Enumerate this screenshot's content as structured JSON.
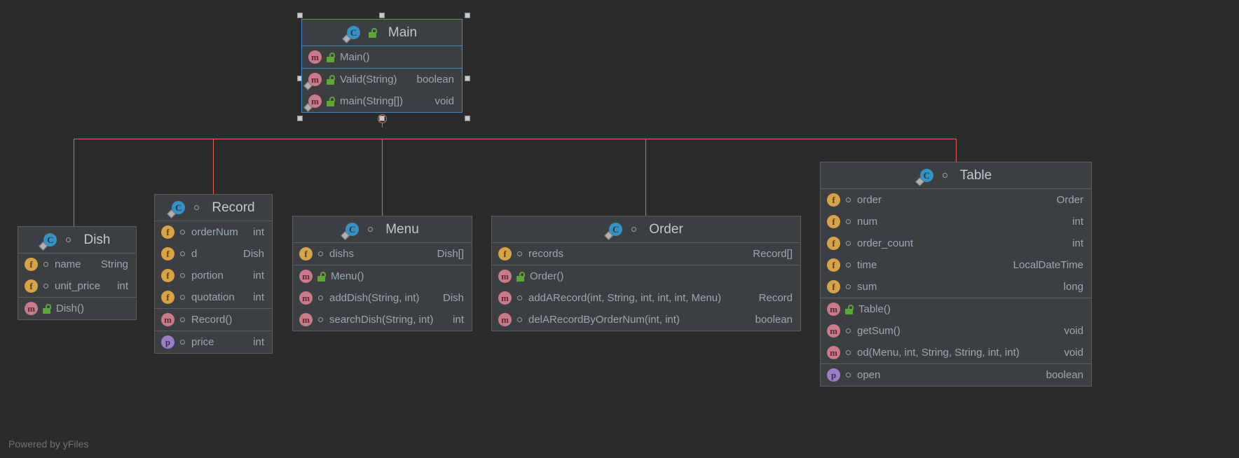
{
  "canvas": {
    "background": "#2b2b2b",
    "edge_color": "#e8615a",
    "selection_color": "#4a88c7",
    "watermark": "Powered by yFiles"
  },
  "icons": {
    "class": "class-icon",
    "field": "field-icon",
    "method": "method-icon",
    "property": "property-icon",
    "lock": "unlock-icon",
    "visibility": "visibility-dot-icon",
    "expand": "expand-plus-icon"
  },
  "nodes": {
    "main": {
      "title": "Main",
      "selected": true,
      "compartments": [
        {
          "rows": [
            {
              "kind": "method",
              "lock": true,
              "sig": "Main()",
              "ret": ""
            }
          ]
        },
        {
          "rows": [
            {
              "kind": "method",
              "lock": true,
              "override": true,
              "sig": "Valid(String)",
              "ret": "boolean"
            },
            {
              "kind": "method",
              "lock": true,
              "override": true,
              "sig": "main(String[])",
              "ret": "void"
            }
          ]
        }
      ]
    },
    "dish": {
      "title": "Dish",
      "selected": false,
      "compartments": [
        {
          "rows": [
            {
              "kind": "field",
              "sig": "name",
              "ret": "String"
            },
            {
              "kind": "field",
              "sig": "unit_price",
              "ret": "int"
            }
          ]
        },
        {
          "rows": [
            {
              "kind": "method",
              "lock": true,
              "sig": "Dish()",
              "ret": ""
            }
          ]
        }
      ]
    },
    "record": {
      "title": "Record",
      "selected": false,
      "compartments": [
        {
          "rows": [
            {
              "kind": "field",
              "sig": "orderNum",
              "ret": "int"
            },
            {
              "kind": "field",
              "sig": "d",
              "ret": "Dish"
            },
            {
              "kind": "field",
              "sig": "portion",
              "ret": "int"
            },
            {
              "kind": "field",
              "sig": "quotation",
              "ret": "int"
            }
          ]
        },
        {
          "rows": [
            {
              "kind": "method",
              "sig": "Record()",
              "ret": ""
            }
          ]
        },
        {
          "rows": [
            {
              "kind": "property",
              "sig": "price",
              "ret": "int"
            }
          ]
        }
      ]
    },
    "menu": {
      "title": "Menu",
      "selected": false,
      "compartments": [
        {
          "rows": [
            {
              "kind": "field",
              "sig": "dishs",
              "ret": "Dish[]"
            }
          ]
        },
        {
          "rows": [
            {
              "kind": "method",
              "lock": true,
              "sig": "Menu()",
              "ret": ""
            },
            {
              "kind": "method",
              "sig": "addDish(String, int)",
              "ret": "Dish"
            },
            {
              "kind": "method",
              "sig": "searchDish(String, int)",
              "ret": "int"
            }
          ]
        }
      ]
    },
    "order": {
      "title": "Order",
      "selected": false,
      "compartments": [
        {
          "rows": [
            {
              "kind": "field",
              "sig": "records",
              "ret": "Record[]"
            }
          ]
        },
        {
          "rows": [
            {
              "kind": "method",
              "lock": true,
              "sig": "Order()",
              "ret": ""
            },
            {
              "kind": "method",
              "sig": "addARecord(int, String, int, int, int, Menu)",
              "ret": "Record"
            },
            {
              "kind": "method",
              "sig": "delARecordByOrderNum(int, int)",
              "ret": "boolean"
            }
          ]
        }
      ]
    },
    "table": {
      "title": "Table",
      "selected": false,
      "compartments": [
        {
          "rows": [
            {
              "kind": "field",
              "sig": "order",
              "ret": "Order"
            },
            {
              "kind": "field",
              "sig": "num",
              "ret": "int"
            },
            {
              "kind": "field",
              "sig": "order_count",
              "ret": "int"
            },
            {
              "kind": "field",
              "sig": "time",
              "ret": "LocalDateTime"
            },
            {
              "kind": "field",
              "sig": "sum",
              "ret": "long"
            }
          ]
        },
        {
          "rows": [
            {
              "kind": "method",
              "lock": true,
              "sig": "Table()",
              "ret": ""
            },
            {
              "kind": "method",
              "sig": "getSum()",
              "ret": "void"
            },
            {
              "kind": "method",
              "sig": "od(Menu, int, String, String, int, int)",
              "ret": "void"
            }
          ]
        },
        {
          "rows": [
            {
              "kind": "property",
              "sig": "open",
              "ret": "boolean"
            }
          ]
        }
      ]
    }
  }
}
